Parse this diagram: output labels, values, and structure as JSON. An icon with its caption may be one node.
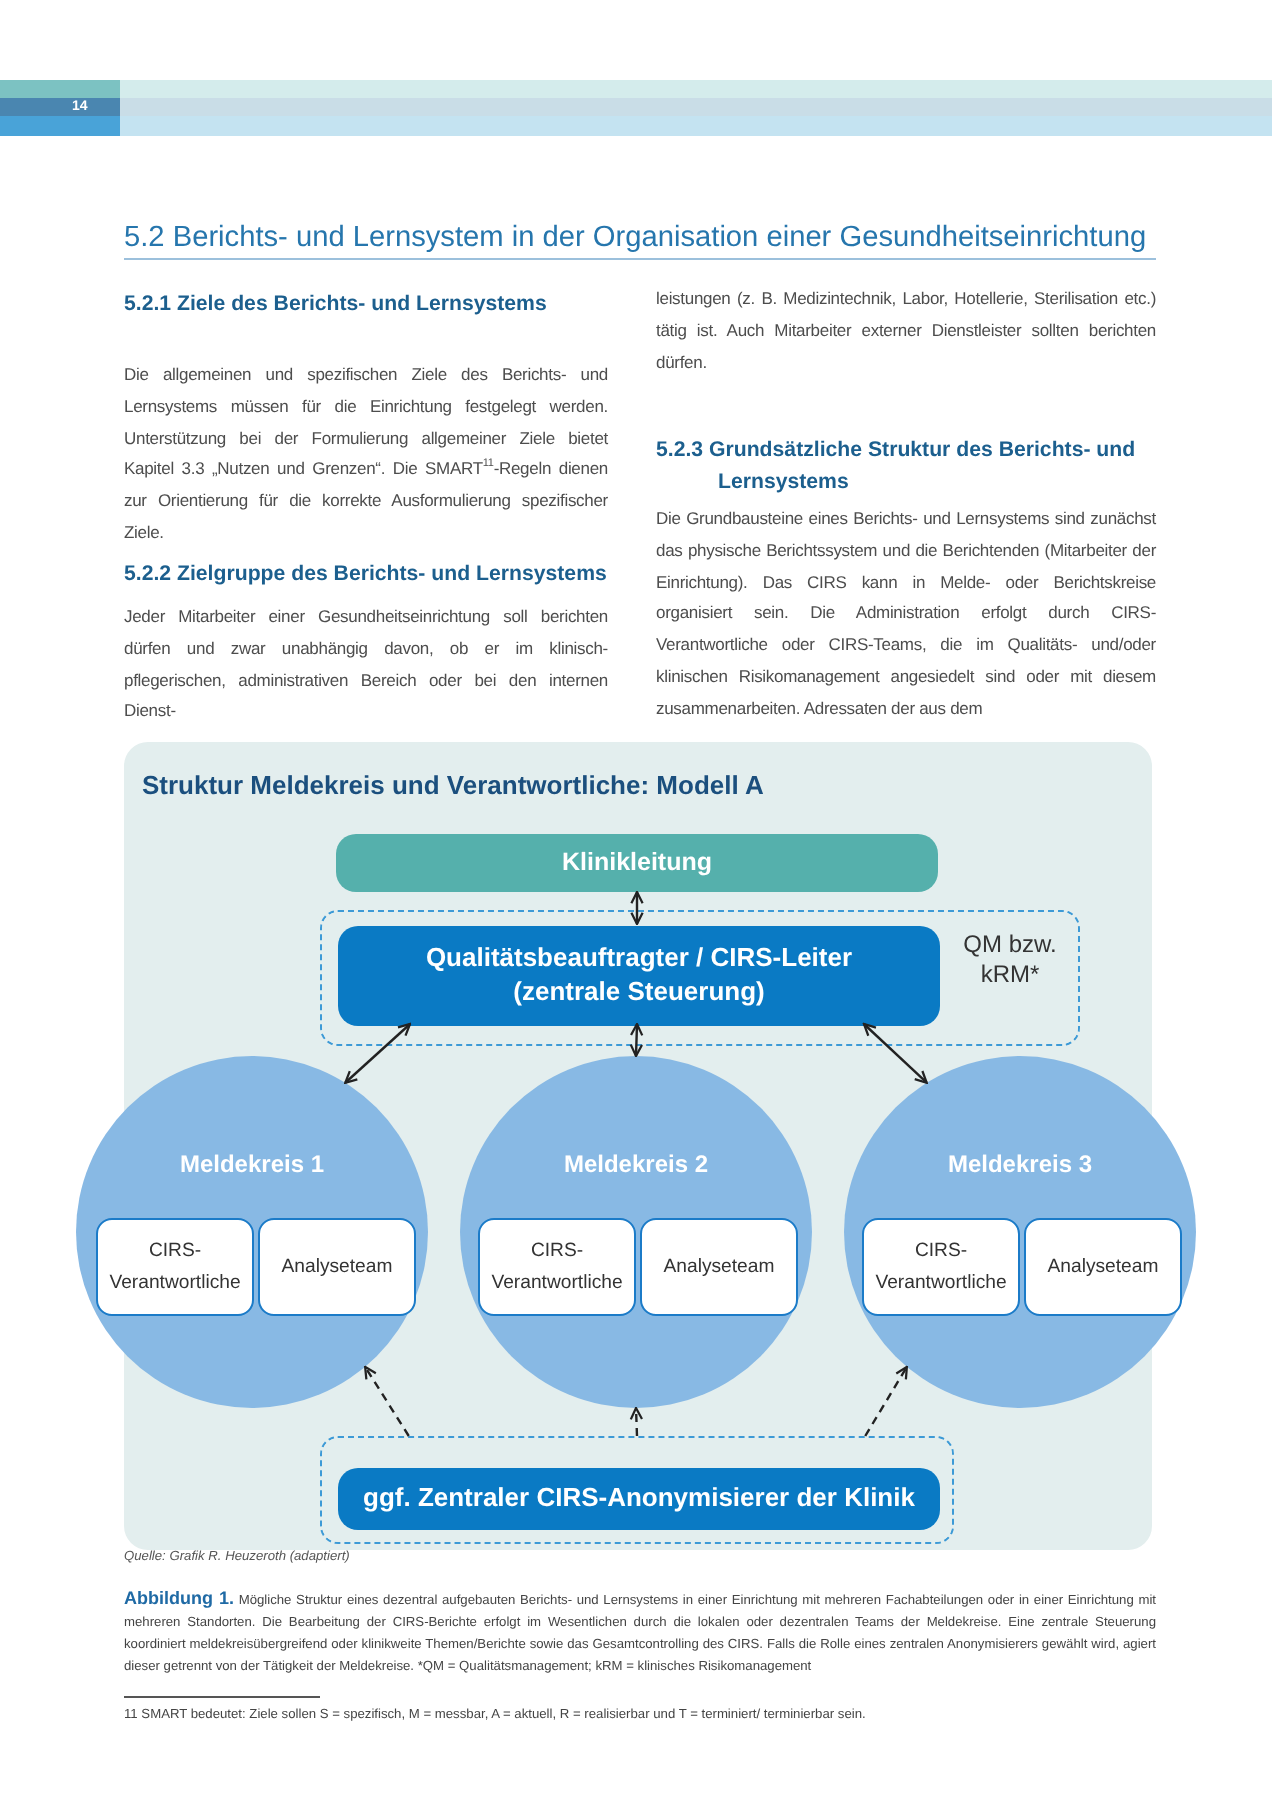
{
  "diagram": {
    "title": "5.2  Berichts- und Lernsystem in der Organisation einer Gesundheitseinrichtung",
    "caption": "**Abbildung 1.** Mögliche Struktur eines dezentral aufgebauten Berichts- und Lernsystems in einer Einrichtung mit mehreren Fachabteilungen oder in einer Einrichtung mit mehreren Standorten. Die Bearbeitung der CIRS-Berichte erfolgt im Wesentlichen durch die lokalen oder dezentralen Teams der Meldekreise. Eine zentrale Steuerung koordiniert meldekreisübergreifend oder klinikweite Themen/Berichte sowie das Gesamtcontrolling des CIRS. Falls die Rolle eines zentralen Anonymisierers gewählt wird, agiert dieser getrennt von der Tätigkeit der Meldekreise. *QM = Qualitätsmanagement; kRM = klinisches Risikomanagement",
    "nodes": [
      {
        "text": [
          "Struktur Meldekreis und Verantwortliche: Modell A"
        ]
      },
      {
        "text": [
          "Klinikleitung"
        ],
        "in": 0
      },
      {
        "text": [
          "QM bzw. kRM*"
        ],
        "in": 0
      },
      {
        "text": [
          "Qualitätsbeauftragter / CIRS-Leiter (zentrale Steuerung)"
        ],
        "in": 2
      },
      {
        "text": [
          "Meldekreis 1"
        ]
      },
      {
        "text": [
          "CIRS-Verantwortliche"
        ],
        "in": 4
      },
      {
        "text": [
          "Analyseteam"
        ],
        "in": 4
      },
      {
        "text": [
          "Meldekreis 2"
        ],
        "in": 0
      },
      {
        "text": [
          "CIRS-Verantwortliche"
        ],
        "in": 7
      },
      {
        "text": [
          "Analyseteam"
        ],
        "in": 7
      },
      {
        "text": [
          "Meldekreis 3"
        ]
      },
      {
        "text": [
          "CIRS-Verantwortliche"
        ],
        "in": 10
      },
      {
        "text": [
          "Analyseteam"
        ],
        "in": 10
      },
      {
        "text": [],
        "shape": "box",
        "in": 0
      },
      {
        "text": [
          "ggf. Zentraler CIRS-Anonymisierer der Klinik"
        ],
        "in": 13
      }
    ],
    "edges": [
      {
        "from": 1,
        "to": 3,
        "arrow": "both"
      },
      {
        "from": 3,
        "to": 4,
        "arrow": "both"
      },
      {
        "from": 3,
        "to": 7,
        "arrow": "both"
      },
      {
        "from": 3,
        "to": 10,
        "arrow": "both"
      },
      {
        "from": 13,
        "to": 4,
        "arrow": "to",
        "style": "dashed"
      },
      {
        "from": 13,
        "to": 7,
        "arrow": "to",
        "style": "dashed"
      },
      {
        "from": 13,
        "to": 10,
        "arrow": "to",
        "style": "dashed"
      }
    ],
    "labels": [
      "14",
      "5.2.1 Ziele des Berichts- und Lernsystems",
      "Die allgemeinen und spezifischen Ziele des Berichts- und Lernsystems müssen für die Einrichtung festgelegt werden. Unterstützung bei der Formulierung allgemeiner Ziele bietet Kapitel 3.3 „Nutzen und Grenzen“. Die SMART$^{11}$-Regeln dienen zur Orientierung für die korrekte Ausformulierung spezifischer Ziele.",
      "5.2.2 Zielgruppe des Berichts- und Lernsystems",
      "Jeder Mitarbeiter einer Gesundheitseinrichtung soll berichten dürfen und zwar unabhängig davon, ob er im klinisch-pflegerischen, administrativen Bereich oder bei den internen Dienst-",
      "leistungen (z. B. Medizintechnik, Labor, Hotellerie, Sterilisation etc.) tätig ist. Auch Mitarbeiter externer Dienstleister sollten berichten dürfen.",
      "5.2.3 Grundsätzliche Struktur des Berichts- und Lernsystems",
      "Die Grundbausteine eines Berichts- und Lernsystems sind zunächst das physische Berichtssystem und die Berichtenden (Mitarbeiter der Einrichtung). Das CIRS kann in Melde- oder Berichtskreise organisiert sein. Die Administration erfolgt durch CIRS-Verantwortliche oder CIRS-Teams, die im Qualitäts- und/oder klinischen Risikomanagement angesiedelt sind oder mit diesem zusammenarbeiten. Adressaten der aus dem",
      "Quelle: Grafik R. Heuzeroth (adaptiert)",
      "11  SMART bedeutet: Ziele sollen S = spezifisch, M = messbar, A = aktuell, R = realisierbar und T = terminiert/ terminierbar sein."
    ]
  }
}
